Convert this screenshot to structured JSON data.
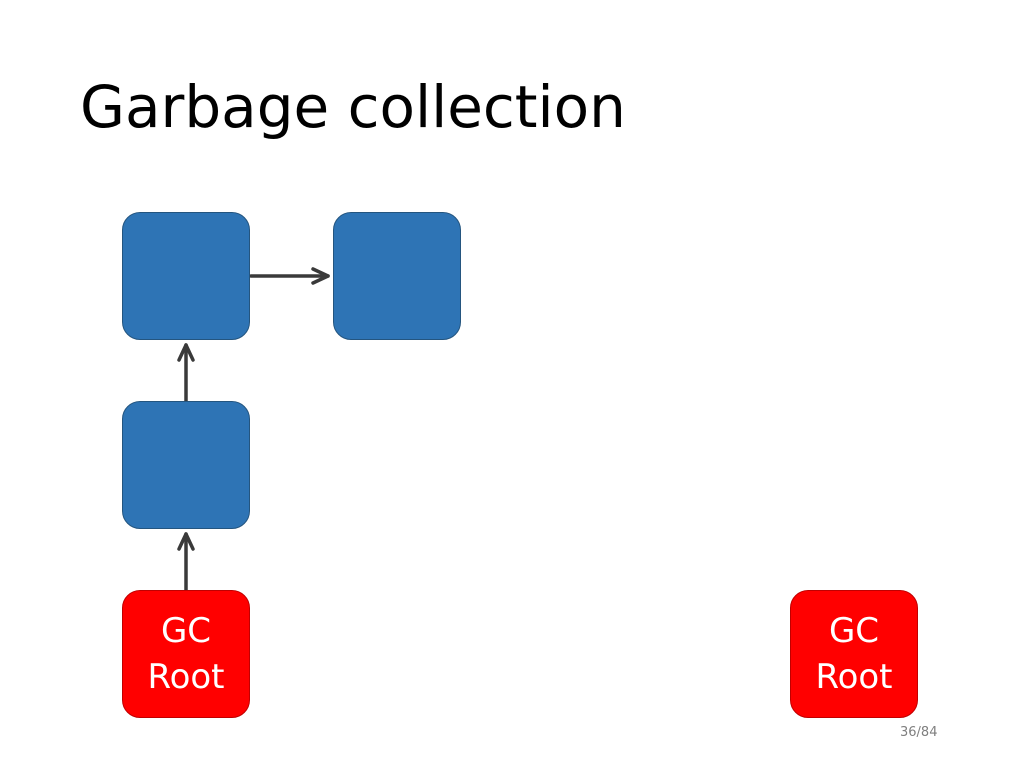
{
  "slide": {
    "title": "Garbage collection",
    "page_number": "36/84"
  },
  "colors": {
    "object_fill": "#2e74b5",
    "root_fill": "#ff0000",
    "arrow": "#3a3a3a"
  },
  "nodes": {
    "object_a": {
      "label": ""
    },
    "object_b": {
      "label": ""
    },
    "object_c": {
      "label": ""
    },
    "root_left": {
      "line1": "GC",
      "line2": "Root"
    },
    "root_right": {
      "line1": "GC",
      "line2": "Root"
    }
  },
  "edges": [
    {
      "from": "root_left",
      "to": "object_c"
    },
    {
      "from": "object_c",
      "to": "object_a"
    },
    {
      "from": "object_a",
      "to": "object_b"
    }
  ]
}
